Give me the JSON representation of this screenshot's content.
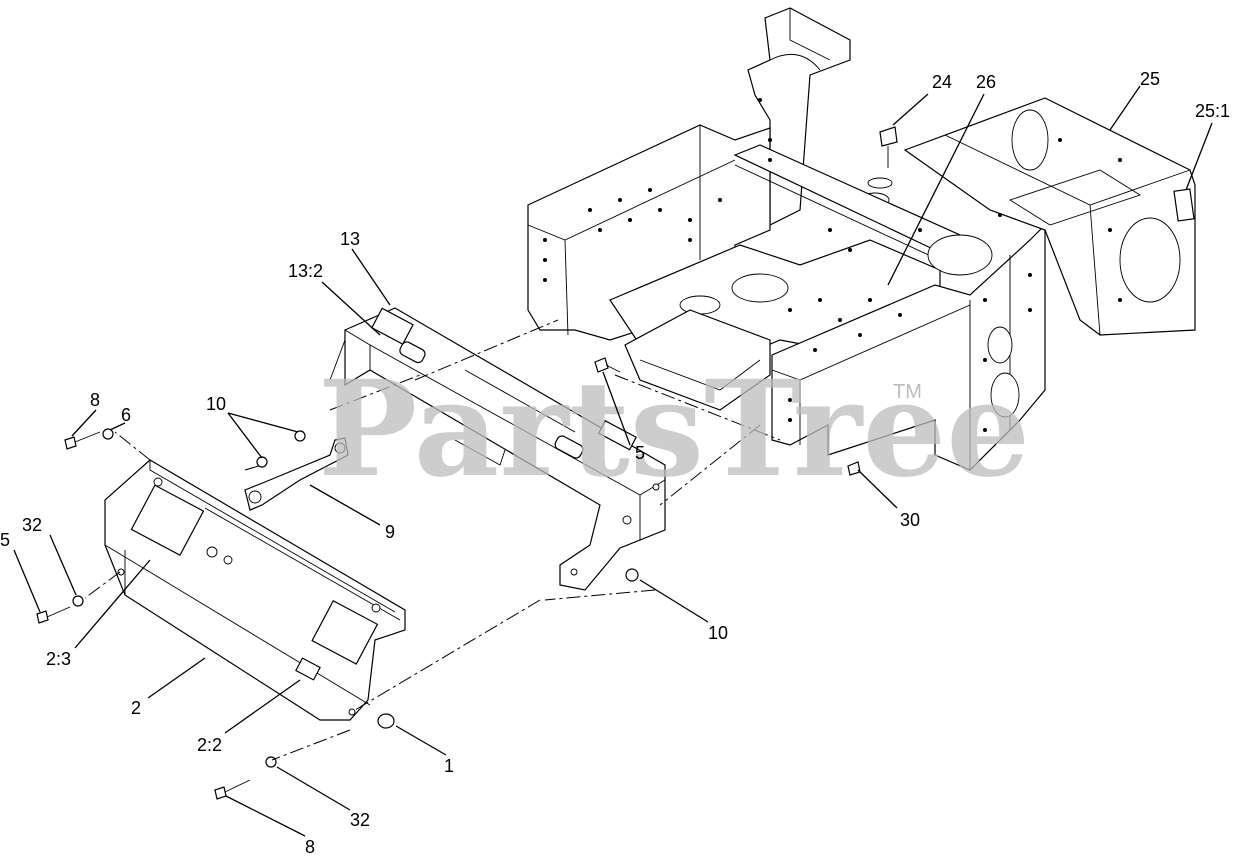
{
  "watermark": {
    "text": "PartsTree",
    "mark": "TM"
  },
  "callouts": [
    {
      "id": "c1",
      "text": "24"
    },
    {
      "id": "c2",
      "text": "26"
    },
    {
      "id": "c3",
      "text": "25"
    },
    {
      "id": "c4",
      "text": "25:1"
    },
    {
      "id": "c5",
      "text": "13"
    },
    {
      "id": "c6",
      "text": "13:2"
    },
    {
      "id": "c7",
      "text": "10"
    },
    {
      "id": "c8",
      "text": "8"
    },
    {
      "id": "c9",
      "text": "6"
    },
    {
      "id": "c10",
      "text": "5"
    },
    {
      "id": "c11",
      "text": "9"
    },
    {
      "id": "c12",
      "text": "30"
    },
    {
      "id": "c13",
      "text": "32"
    },
    {
      "id": "c14",
      "text": "5"
    },
    {
      "id": "c15",
      "text": "10"
    },
    {
      "id": "c16",
      "text": "2:3"
    },
    {
      "id": "c17",
      "text": "2"
    },
    {
      "id": "c18",
      "text": "2:2"
    },
    {
      "id": "c19",
      "text": "1"
    },
    {
      "id": "c20",
      "text": "32"
    },
    {
      "id": "c21",
      "text": "8"
    }
  ]
}
